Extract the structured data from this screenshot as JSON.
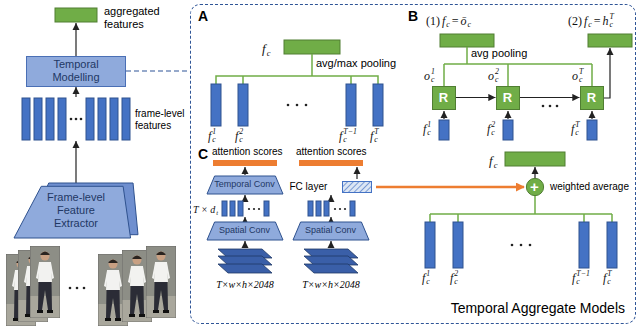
{
  "diagram": {
    "nodes": [
      {
        "text": [
          "Temporal Modelling"
        ]
      },
      {
        "text": [
          "Frame-level Feature Extractor"
        ]
      },
      {
        "text": [
          "Temporal Aggregate Models"
        ]
      },
      {
        "text": [
          "R"
        ],
        "in": 2
      },
      {
        "text": [
          "R"
        ],
        "in": 2
      },
      {
        "text": [
          "R"
        ],
        "in": 2
      },
      {
        "text": [
          "Temporal Conv"
        ],
        "in": 2
      },
      {
        "text": [
          "Spatial Conv"
        ],
        "in": 2
      },
      {
        "text": [
          "FC layer"
        ],
        "in": 2
      },
      {
        "text": [
          "Spatial Conv"
        ],
        "in": 2
      },
      {
        "text": [
          "+"
        ],
        "in": 2
      }
    ],
    "edges": [
      {
        "from": 0,
        "to": 2,
        "arrow": "none"
      },
      {
        "from": 3,
        "to": 4,
        "arrow": "to"
      },
      {
        "from": 4,
        "to": 5,
        "arrow": "to"
      }
    ],
    "labels": [
      "aggregated features",
      "frame-level features",
      "A",
      "f",
      "c",
      "avg/max pooling",
      "f",
      "c",
      "1",
      "f",
      "c",
      "2",
      "f",
      "c",
      "T−1",
      "f",
      "c",
      "T",
      "B",
      "(1)",
      "f",
      "c",
      "=",
      "ō",
      "c",
      "avg pooling",
      "o",
      "c",
      "1",
      "o",
      "c",
      "2",
      "o",
      "c",
      "T",
      "(2)",
      "f",
      "c",
      "=",
      "h",
      "c",
      "T",
      "f",
      "c",
      "1",
      "f",
      "c",
      "2",
      "f",
      "c",
      "T",
      "C",
      "attention scores",
      "attention scores",
      "T × d",
      "t",
      "T×w×h×2048",
      "T×w×h×2048",
      "f",
      "c",
      "weighted average",
      "f",
      "c",
      "1",
      "f",
      "c",
      "2",
      "f",
      "c",
      "T−1",
      "f",
      "c",
      "T"
    ]
  }
}
